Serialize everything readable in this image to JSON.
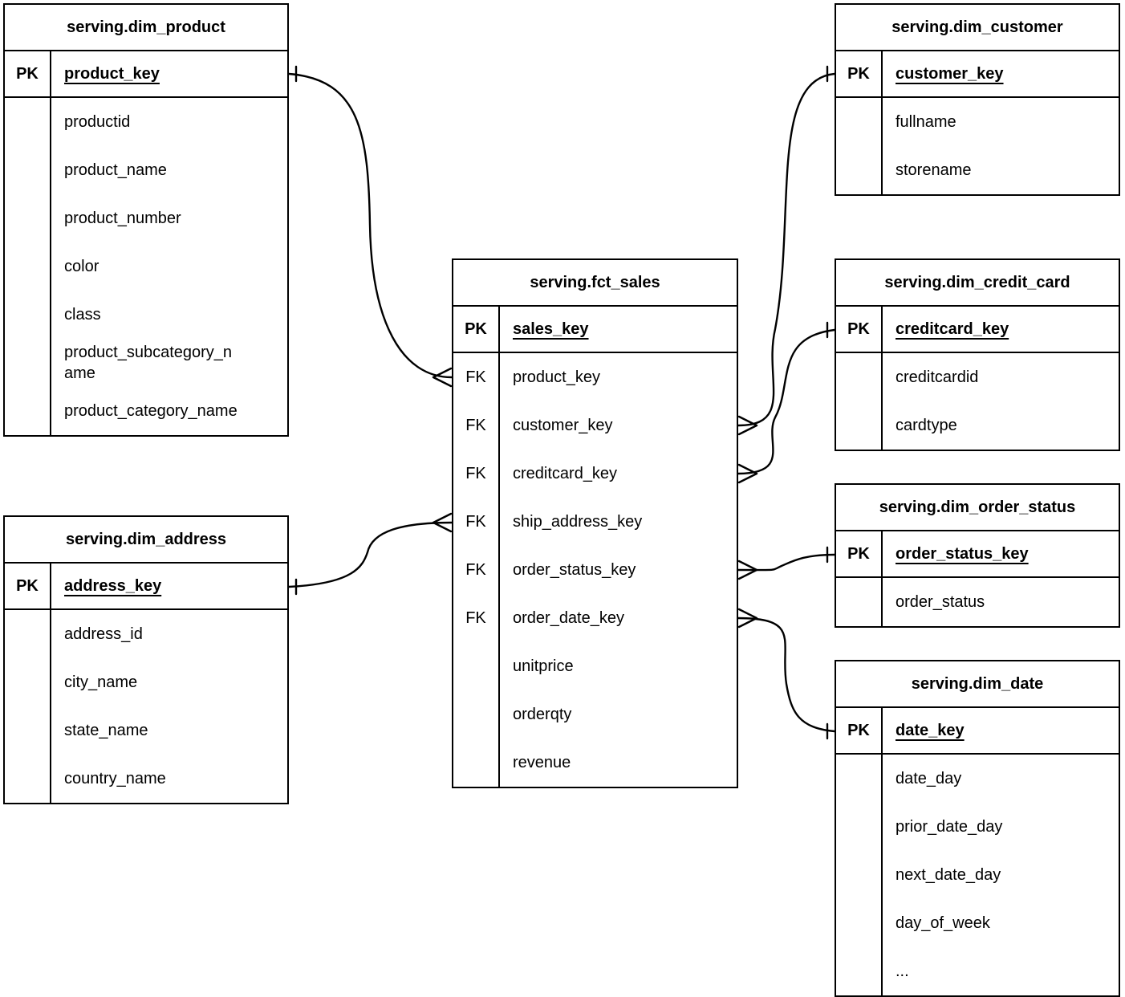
{
  "diagram": {
    "background": "#ffffff",
    "line_color": "#000000",
    "text_color": "#000000"
  },
  "tables": {
    "dim_product": {
      "title": "serving.dim_product",
      "pk": {
        "label": "PK",
        "field": "product_key"
      },
      "fields": [
        {
          "key": "",
          "name": "productid"
        },
        {
          "key": "",
          "name": "product_name"
        },
        {
          "key": "",
          "name": "product_number"
        },
        {
          "key": "",
          "name": "color"
        },
        {
          "key": "",
          "name": "class"
        },
        {
          "key": "",
          "name": "product_subcategory_name"
        },
        {
          "key": "",
          "name": "product_category_name"
        }
      ]
    },
    "dim_customer": {
      "title": "serving.dim_customer",
      "pk": {
        "label": "PK",
        "field": "customer_key"
      },
      "fields": [
        {
          "key": "",
          "name": "fullname"
        },
        {
          "key": "",
          "name": "storename"
        }
      ]
    },
    "fct_sales": {
      "title": "serving.fct_sales",
      "pk": {
        "label": "PK",
        "field": "sales_key"
      },
      "fields": [
        {
          "key": "FK",
          "name": "product_key"
        },
        {
          "key": "FK",
          "name": "customer_key"
        },
        {
          "key": "FK",
          "name": "creditcard_key"
        },
        {
          "key": "FK",
          "name": "ship_address_key"
        },
        {
          "key": "FK",
          "name": "order_status_key"
        },
        {
          "key": "FK",
          "name": "order_date_key"
        },
        {
          "key": "",
          "name": "unitprice"
        },
        {
          "key": "",
          "name": "orderqty"
        },
        {
          "key": "",
          "name": "revenue"
        }
      ]
    },
    "dim_credit_card": {
      "title": "serving.dim_credit_card",
      "pk": {
        "label": "PK",
        "field": "creditcard_key"
      },
      "fields": [
        {
          "key": "",
          "name": "creditcardid"
        },
        {
          "key": "",
          "name": "cardtype"
        }
      ]
    },
    "dim_order_status": {
      "title": "serving.dim_order_status",
      "pk": {
        "label": "PK",
        "field": "order_status_key"
      },
      "fields": [
        {
          "key": "",
          "name": "order_status"
        }
      ]
    },
    "dim_date": {
      "title": "serving.dim_date",
      "pk": {
        "label": "PK",
        "field": "date_key"
      },
      "fields": [
        {
          "key": "",
          "name": "date_day"
        },
        {
          "key": "",
          "name": "prior_date_day"
        },
        {
          "key": "",
          "name": "next_date_day"
        },
        {
          "key": "",
          "name": "day_of_week"
        },
        {
          "key": "",
          "name": "..."
        }
      ]
    },
    "dim_address": {
      "title": "serving.dim_address",
      "pk": {
        "label": "PK",
        "field": "address_key"
      },
      "fields": [
        {
          "key": "",
          "name": "address_id"
        },
        {
          "key": "",
          "name": "city_name"
        },
        {
          "key": "",
          "name": "state_name"
        },
        {
          "key": "",
          "name": "country_name"
        }
      ]
    }
  },
  "relationships": [
    {
      "from_table": "serving.dim_product",
      "from_field": "product_key",
      "from_cardinality": "one",
      "to_table": "serving.fct_sales",
      "to_field": "product_key",
      "to_cardinality": "many"
    },
    {
      "from_table": "serving.dim_address",
      "from_field": "address_key",
      "from_cardinality": "one",
      "to_table": "serving.fct_sales",
      "to_field": "ship_address_key",
      "to_cardinality": "many"
    },
    {
      "from_table": "serving.dim_customer",
      "from_field": "customer_key",
      "from_cardinality": "one",
      "to_table": "serving.fct_sales",
      "to_field": "customer_key",
      "to_cardinality": "many"
    },
    {
      "from_table": "serving.dim_credit_card",
      "from_field": "creditcard_key",
      "from_cardinality": "one",
      "to_table": "serving.fct_sales",
      "to_field": "creditcard_key",
      "to_cardinality": "many"
    },
    {
      "from_table": "serving.dim_order_status",
      "from_field": "order_status_key",
      "from_cardinality": "one",
      "to_table": "serving.fct_sales",
      "to_field": "order_status_key",
      "to_cardinality": "many"
    },
    {
      "from_table": "serving.dim_date",
      "from_field": "date_key",
      "from_cardinality": "one",
      "to_table": "serving.fct_sales",
      "to_field": "order_date_key",
      "to_cardinality": "many"
    }
  ]
}
